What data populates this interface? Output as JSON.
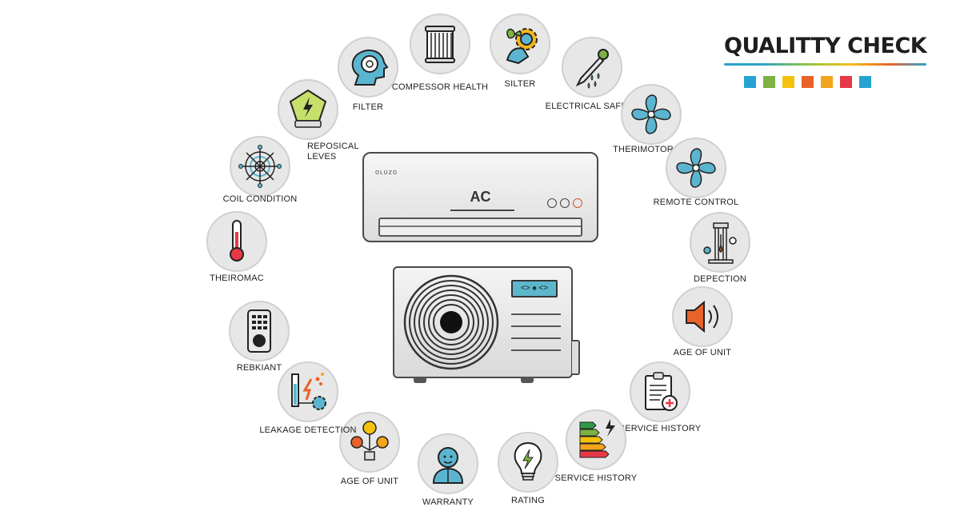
{
  "header": {
    "title": "QUALITTY CHECK",
    "swatch_colors": [
      "#27a3d1",
      "#7cb342",
      "#f4c20d",
      "#e8632a",
      "#f2a41a",
      "#e53945",
      "#27a3d1"
    ]
  },
  "indoor_unit": {
    "brand": "ᴏʟᴜᴢᴏ",
    "label": "AC"
  },
  "outdoor_unit": {
    "panel_text": "<> ♠ <>"
  },
  "factors": [
    {
      "id": "filter",
      "label": "FILTER",
      "icon": "head-profile-icon"
    },
    {
      "id": "compressor-health",
      "label": "COMPESSOR HEALTH",
      "icon": "air-filter-icon"
    },
    {
      "id": "silter",
      "label": "SILTER",
      "icon": "gear-plant-icon"
    },
    {
      "id": "electrical-safety",
      "label": "ELECTRICAL SAFETY",
      "icon": "pen-droplets-icon"
    },
    {
      "id": "thermotor",
      "label": "THERIMOTOR",
      "icon": "fan-icon"
    },
    {
      "id": "remote-control",
      "label": "REMOTE CONTROL",
      "icon": "fan-icon"
    },
    {
      "id": "detection",
      "label": "DEPECTION",
      "icon": "lab-stand-icon"
    },
    {
      "id": "age-of-unit-right",
      "label": "AGE OF UNIT",
      "icon": "speaker-icon"
    },
    {
      "id": "service-history-right",
      "label": "SERVICE HISTORY",
      "icon": "clipboard-plus-icon"
    },
    {
      "id": "service-history-bottom",
      "label": "SERVICE HISTORY",
      "icon": "energy-rating-icon"
    },
    {
      "id": "rating",
      "label": "RATING",
      "icon": "lightbulb-bolt-icon"
    },
    {
      "id": "warranty",
      "label": "WARRANTY",
      "icon": "person-icon"
    },
    {
      "id": "age-of-unit-left",
      "label": "AGE OF UNIT",
      "icon": "network-bulbs-icon"
    },
    {
      "id": "leakage-detection",
      "label": "LEAKAGE DETECTION",
      "icon": "sparks-gear-icon"
    },
    {
      "id": "refrigerant",
      "label": "REBKIANT",
      "icon": "remote-keypad-icon"
    },
    {
      "id": "thermostat",
      "label": "THEIROMAC",
      "icon": "thermometer-icon"
    },
    {
      "id": "coil-condition",
      "label": "COIL CONDITION",
      "icon": "coil-web-icon"
    },
    {
      "id": "refrigerant-levels",
      "label": "REPOSICAL LEVES",
      "icon": "pentagon-bolt-icon"
    }
  ]
}
